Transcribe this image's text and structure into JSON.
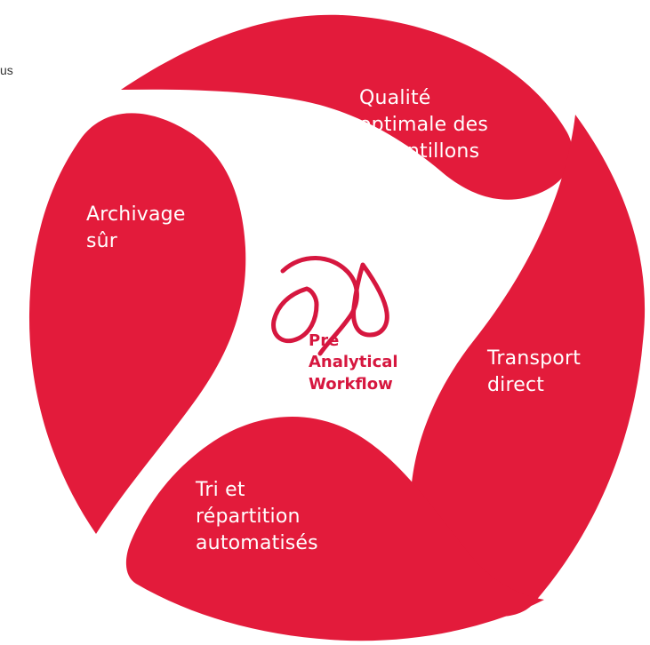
{
  "diagram": {
    "edge_text": "us",
    "labels": {
      "top": "Qualité\noptimale des\néchantillons",
      "left": "Archivage\nsûr",
      "right": "Transport\ndirect",
      "bottom": "Tri et\nrépartition\nautomatisés"
    },
    "center_title": "Pre\nAnalytical\nWorkflow",
    "accent_color": "#e31b3b",
    "text_color": "#ffffff"
  }
}
